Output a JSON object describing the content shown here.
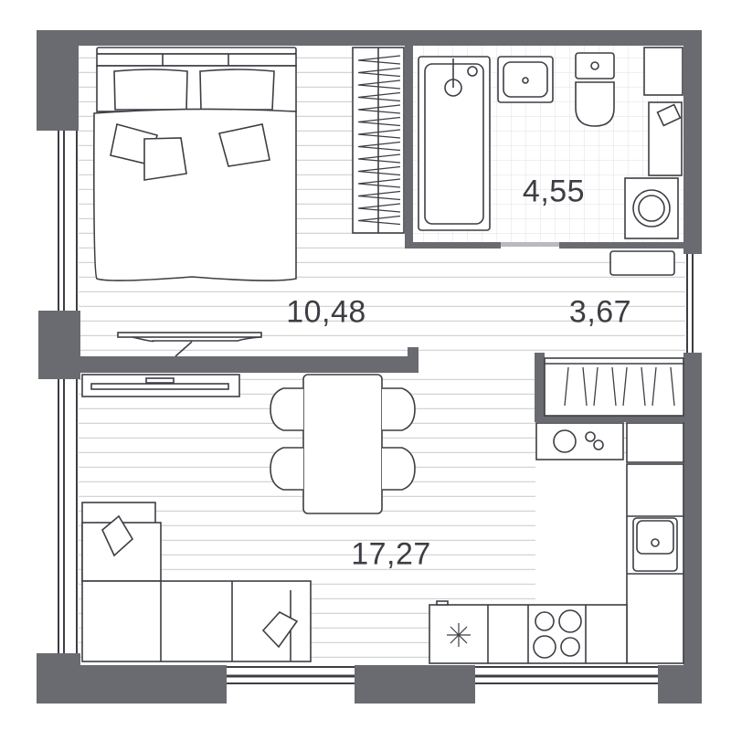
{
  "plan": {
    "rooms": [
      {
        "name": "bedroom",
        "area": "10,48"
      },
      {
        "name": "bathroom",
        "area": "4,55"
      },
      {
        "name": "hallway",
        "area": "3,67"
      },
      {
        "name": "living-kitchen",
        "area": "17,27"
      }
    ],
    "colors": {
      "wall": "#6a6b70",
      "line": "#3d3e44",
      "floor_line": "#d4d4d6",
      "background": "#ffffff"
    }
  }
}
